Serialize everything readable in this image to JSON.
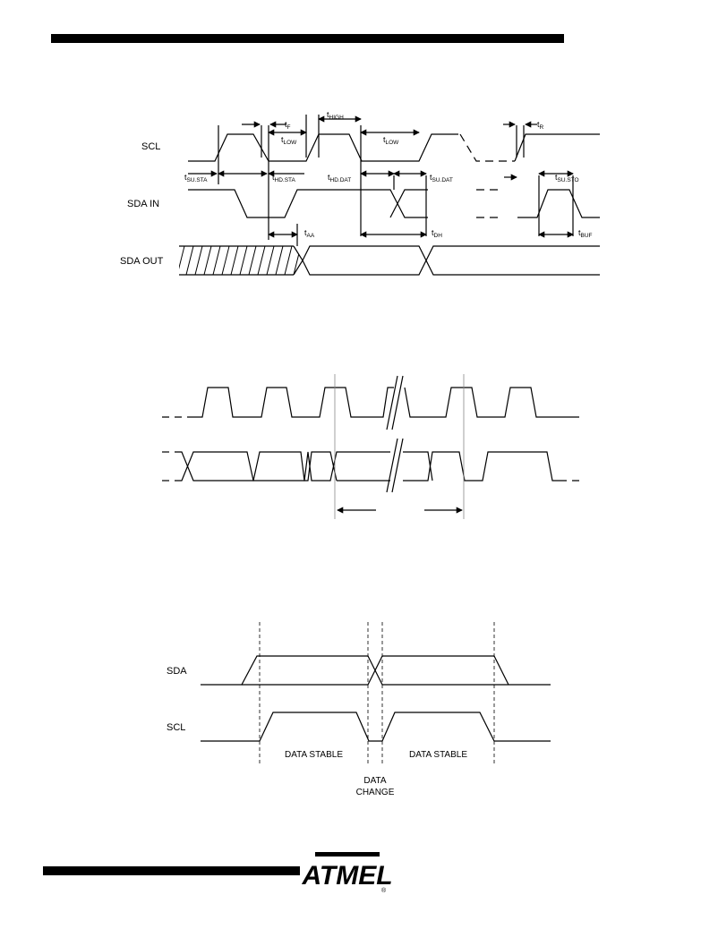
{
  "header": {
    "bar_color": "#000000"
  },
  "fig1": {
    "signals": {
      "scl": "SCL",
      "sda_in": "SDA IN",
      "sda_out": "SDA OUT"
    },
    "timings": {
      "tf": "F",
      "thigh": "HIGH",
      "tr": "R",
      "tlow1": "LOW",
      "tlow2": "LOW",
      "tsusta": "SU.STA",
      "thdsta": "HD.STA",
      "thddat": "HD.DAT",
      "tsudat": "SU.DAT",
      "tsusto": "SU.STO",
      "taa": "AA",
      "tdh": "DH",
      "tbuf": "BUF"
    },
    "timing_prefix": "t"
  },
  "fig2": {},
  "fig3": {
    "signals": {
      "sda": "SDA",
      "scl": "SCL"
    },
    "labels": {
      "stable1": "DATA STABLE",
      "stable2": "DATA STABLE",
      "change_line1": "DATA",
      "change_line2": "CHANGE"
    }
  },
  "footer": {
    "logo_text": "ATMEL",
    "registered": "®"
  }
}
